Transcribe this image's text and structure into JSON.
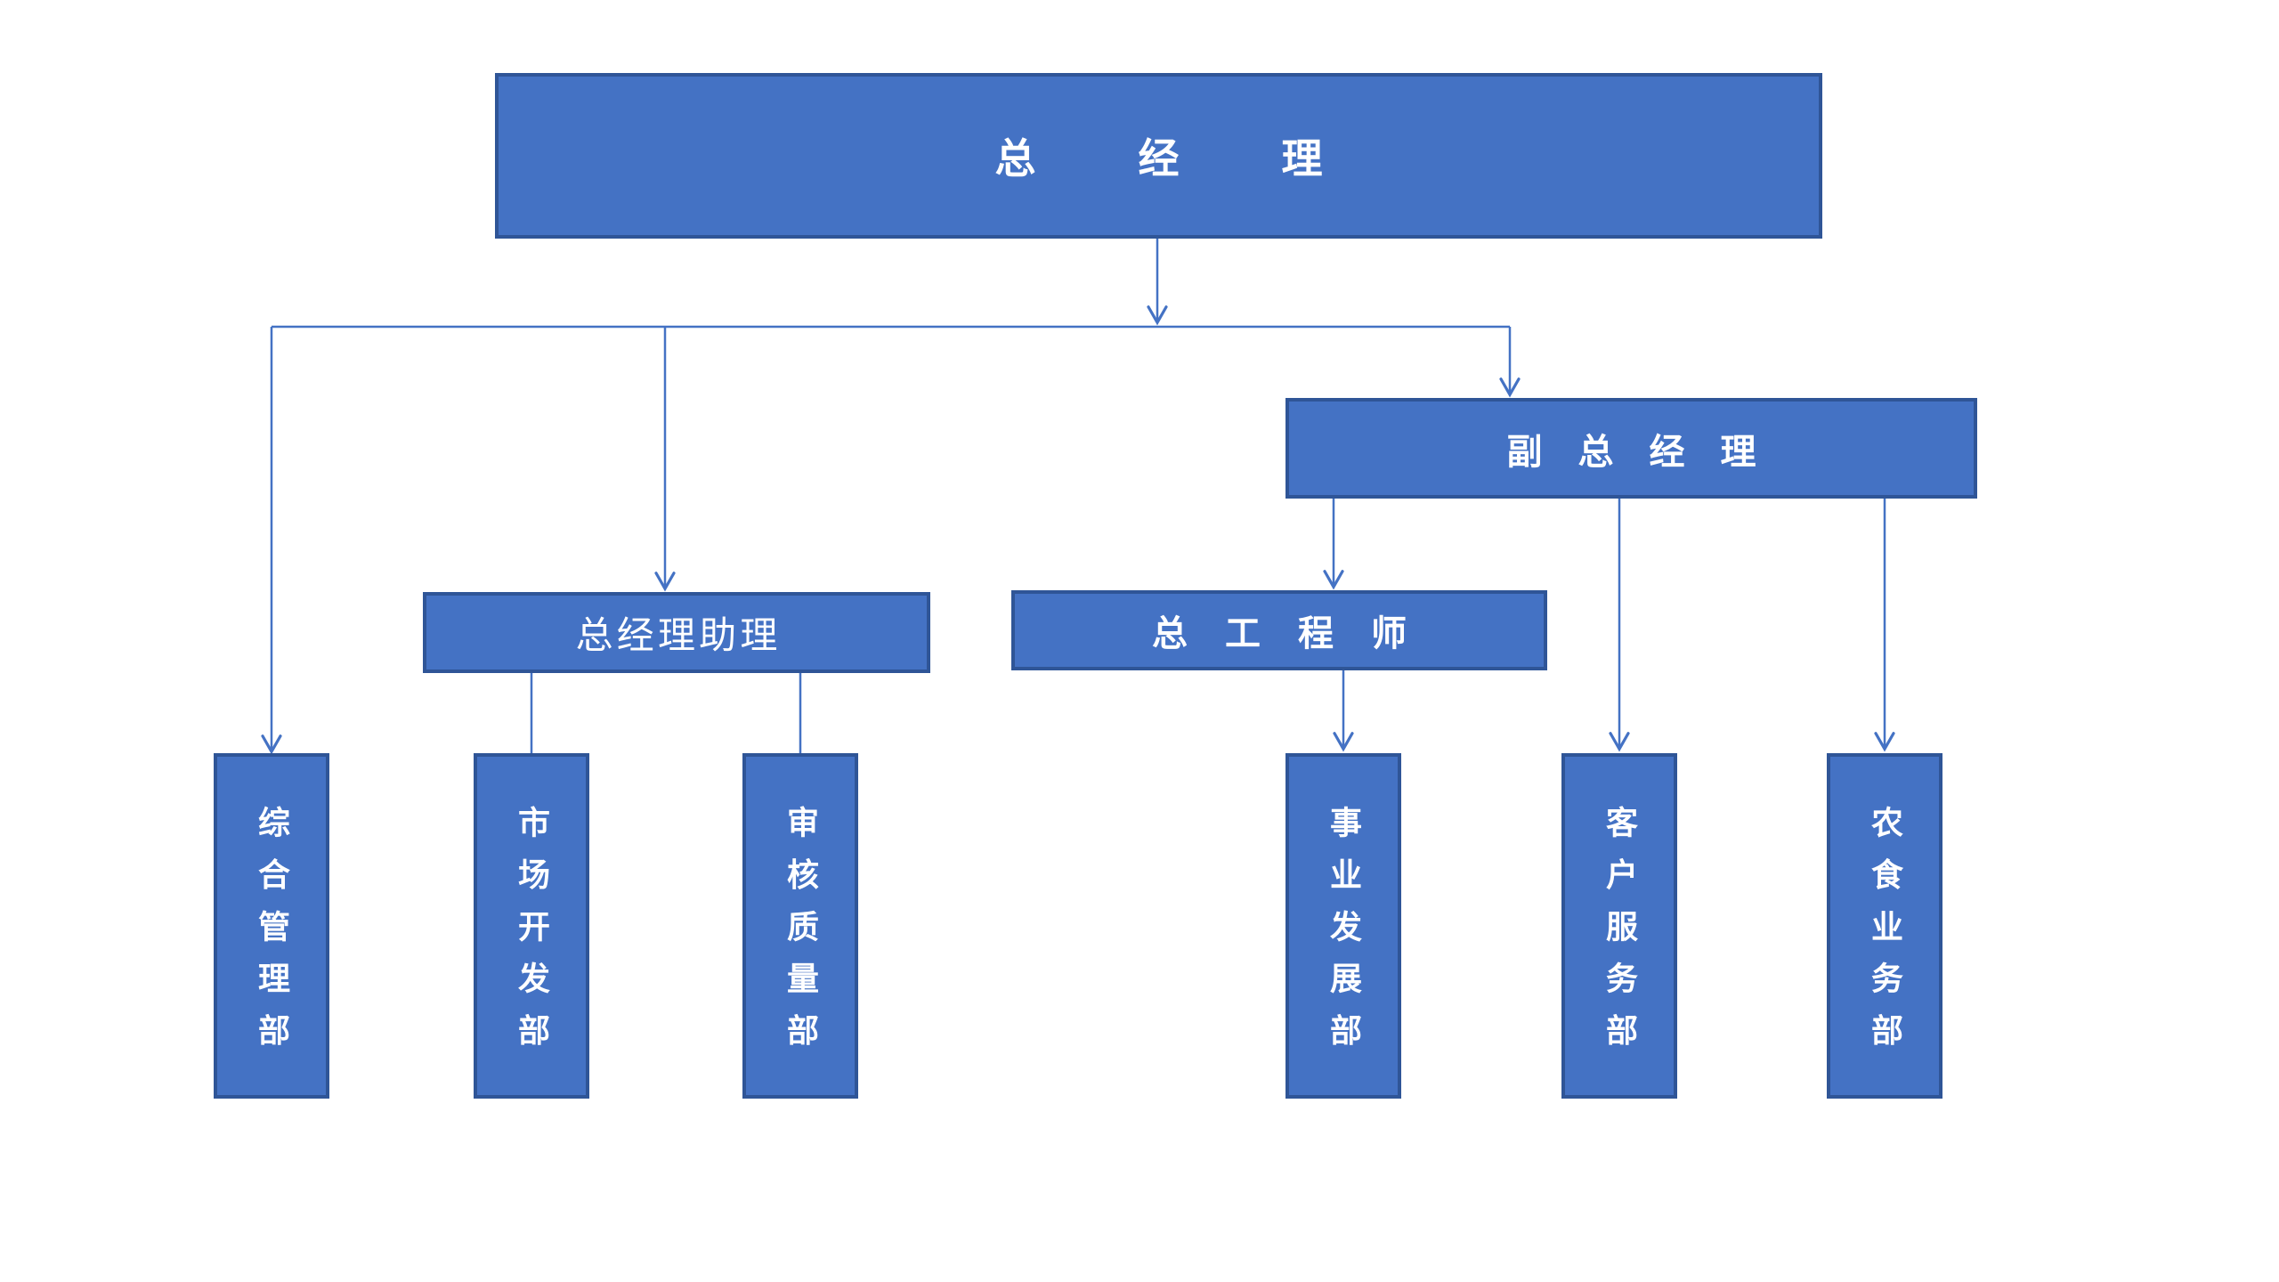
{
  "nodes": {
    "general_manager": "总经理",
    "deputy_general_manager": "副总经理",
    "gm_assistant": "总经理助理",
    "chief_engineer": "总工程师",
    "dept_comprehensive_management": "综合管理部",
    "dept_market_development": "市场开发部",
    "dept_audit_quality": "审核质量部",
    "dept_business_development": "事业发展部",
    "dept_customer_service": "客户服务部",
    "dept_agrifood_business": "农食业务部"
  },
  "hierarchy_edges": [
    {
      "from": "general_manager",
      "to": "dept_comprehensive_management",
      "arrowhead": true
    },
    {
      "from": "general_manager",
      "to": "gm_assistant",
      "arrowhead": true
    },
    {
      "from": "general_manager",
      "to": "deputy_general_manager",
      "arrowhead": true
    },
    {
      "from": "gm_assistant",
      "to": "dept_market_development",
      "arrowhead": false
    },
    {
      "from": "gm_assistant",
      "to": "dept_audit_quality",
      "arrowhead": false
    },
    {
      "from": "deputy_general_manager",
      "to": "chief_engineer",
      "arrowhead": true
    },
    {
      "from": "deputy_general_manager",
      "to": "dept_customer_service",
      "arrowhead": true
    },
    {
      "from": "deputy_general_manager",
      "to": "dept_agrifood_business",
      "arrowhead": true
    },
    {
      "from": "chief_engineer",
      "to": "dept_business_development",
      "arrowhead": true
    }
  ],
  "colors": {
    "box_fill": "#4472C4",
    "box_border": "#2F5597",
    "connector": "#4472C4",
    "text": "#FFFFFF",
    "background": "#FFFFFF"
  }
}
